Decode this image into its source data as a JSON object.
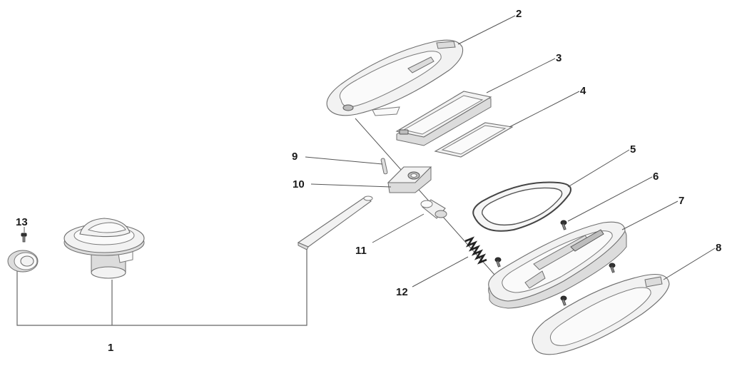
{
  "diagram": {
    "labels": {
      "p1": "1",
      "p2": "2",
      "p3": "3",
      "p4": "4",
      "p5": "5",
      "p6": "6",
      "p7": "7",
      "p8": "8",
      "p9": "9",
      "p10": "10",
      "p11": "11",
      "p12": "12",
      "p13": "13"
    },
    "colors": {
      "part_fill": "#f2f2f2",
      "part_stroke": "#6e6e6e",
      "screw": "#333333",
      "label": "#1a1a1a"
    }
  }
}
